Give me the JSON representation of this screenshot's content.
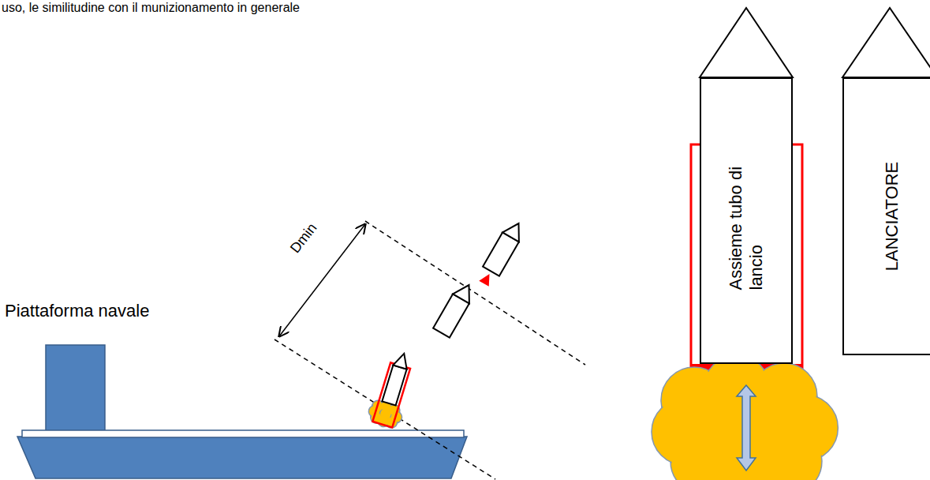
{
  "diagram": {
    "nodes": [
      {
        "text": [
          "Assieme tubo di lancio"
        ]
      },
      {
        "text": [
          "LANCIATORE"
        ]
      }
    ],
    "labels": [
      "uso, le similitudine con il munizionamento in generale",
      "Piattaforma navale",
      "Dmin"
    ]
  }
}
